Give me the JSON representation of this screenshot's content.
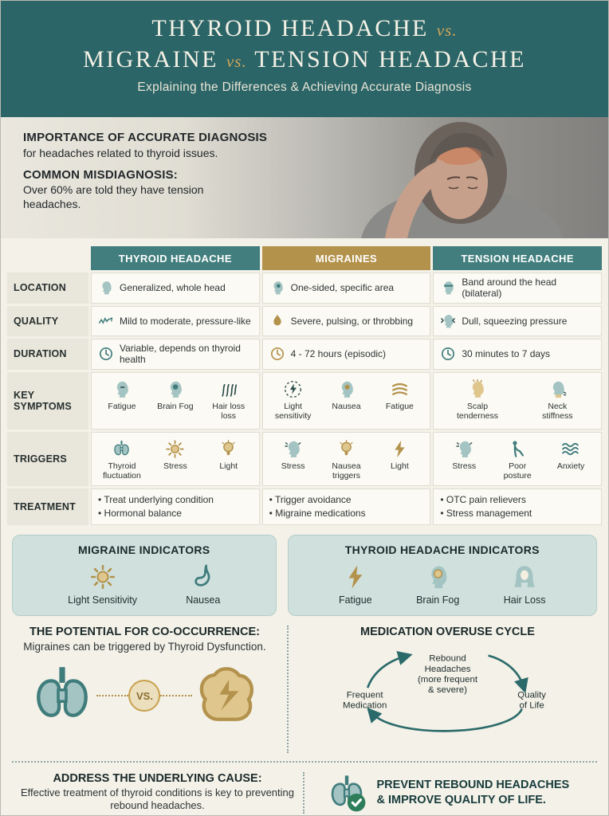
{
  "palette": {
    "teal_dark": "#2c6567",
    "teal": "#417e7d",
    "gold": "#b3924c",
    "light_teal": "#cfe0dd",
    "cream": "#f3f1e8"
  },
  "header": {
    "title_line1": "THYROID HEADACHE",
    "vs1": "vs.",
    "title_line2a": "MIGRAINE",
    "vs2": "vs.",
    "title_line2b": "TENSION HEADACHE",
    "subtitle": "Explaining the Differences & Achieving Accurate Diagnosis"
  },
  "hero": {
    "importance_title": "IMPORTANCE OF ACCURATE DIAGNOSIS",
    "importance_text": "for headaches related to thyroid issues.",
    "misdiagnosis_title": "COMMON MISDIAGNOSIS:",
    "misdiagnosis_text": "Over 60% are told they have tension headaches."
  },
  "table": {
    "columns": [
      {
        "label": "THYROID HEADACHE"
      },
      {
        "label": "MIGRAINES"
      },
      {
        "label": "TENSION HEADACHE"
      }
    ],
    "rows": {
      "location": {
        "label": "LOCATION",
        "thyroid": {
          "icon": "head-icon",
          "text": "Generalized, whole head"
        },
        "migraine": {
          "icon": "head-side-icon",
          "text": "One-sided, specific area"
        },
        "tension": {
          "icon": "head-band-icon",
          "text": "Band around the head (bilateral)"
        }
      },
      "quality": {
        "label": "QUALITY",
        "thyroid": {
          "icon": "mild-zigzag-icon",
          "text": "Mild to moderate, pressure-like"
        },
        "migraine": {
          "icon": "severe-drop-icon",
          "text": "Severe, pulsing, or throbbing"
        },
        "tension": {
          "icon": "squeeze-head-icon",
          "text": "Dull, squeezing pressure"
        }
      },
      "duration": {
        "label": "DURATION",
        "thyroid": {
          "icon": "clock-icon",
          "text": "Variable, depends on thyroid health"
        },
        "migraine": {
          "icon": "clock-gold-icon",
          "text": "4 - 72 hours (episodic)"
        },
        "tension": {
          "icon": "clock-icon",
          "text": "30 minutes to 7 days"
        }
      },
      "symptoms": {
        "label": "KEY SYMPTOMS",
        "thyroid": [
          {
            "icon": "fatigue-head-icon",
            "label": "Fatigue"
          },
          {
            "icon": "brain-fog-icon",
            "label": "Brain Fog"
          },
          {
            "icon": "hair-strands-icon",
            "label": "Hair loss loss"
          }
        ],
        "migraine": [
          {
            "icon": "light-sensitivity-icon",
            "label": "Light sensitivity"
          },
          {
            "icon": "nausea-head-icon",
            "label": "Nausea"
          },
          {
            "icon": "fatigue-waves-icon",
            "label": "Fatigue"
          }
        ],
        "tension": [
          {
            "icon": "scalp-head-icon",
            "label": "Scalp tenderness"
          },
          {
            "icon": "neck-stiff-icon",
            "label": "Neck stiffness"
          }
        ]
      },
      "triggers": {
        "label": "TRIGGERS",
        "thyroid": [
          {
            "icon": "thyroid-icon",
            "label": "Thyroid fluctuation"
          },
          {
            "icon": "sun-icon",
            "label": "Stress"
          },
          {
            "icon": "bulb-icon",
            "label": "Light"
          }
        ],
        "migraine": [
          {
            "icon": "stress-head-icon",
            "label": "Stress"
          },
          {
            "icon": "bulb-icon",
            "label": "Nausea triggers"
          },
          {
            "icon": "lightning-icon",
            "label": "Light"
          }
        ],
        "tension": [
          {
            "icon": "stress-head-icon",
            "label": "Stress"
          },
          {
            "icon": "posture-icon",
            "label": "Poor posture"
          },
          {
            "icon": "waves-icon",
            "label": "Anxiety"
          }
        ]
      },
      "treatment": {
        "label": "TREATMENT",
        "thyroid": [
          "Treat underlying condition",
          "Hormonal balance"
        ],
        "migraine": [
          "Trigger avoidance",
          "Migraine medications"
        ],
        "tension": [
          "OTC pain relievers",
          "Stress management"
        ]
      }
    }
  },
  "indicators": {
    "migraine": {
      "title": "MIGRAINE INDICATORS",
      "items": [
        {
          "icon": "sun-icon",
          "label": "Light Sensitivity"
        },
        {
          "icon": "stomach-icon",
          "label": "Nausea"
        }
      ]
    },
    "thyroid": {
      "title": "THYROID HEADACHE INDICATORS",
      "items": [
        {
          "icon": "lightning-icon",
          "label": "Fatigue"
        },
        {
          "icon": "brain-head-icon",
          "label": "Brain Fog"
        },
        {
          "icon": "hair-icon",
          "label": "Hair Loss"
        }
      ]
    }
  },
  "cooccurrence": {
    "title": "THE POTENTIAL FOR CO-OCCURRENCE:",
    "text": "Migraines can be triggered by Thyroid Dysfunction.",
    "vs_label": "VS.",
    "left_icon": "thyroid-icon",
    "right_icon": "brain-zigzag-icon"
  },
  "overuse_cycle": {
    "title": "MEDICATION OVERUSE CYCLE",
    "top_lines": [
      "Rebound",
      "Headaches",
      "(more frequent",
      "& severe)"
    ],
    "left_lines": [
      "Frequent",
      "Medication"
    ],
    "right_lines": [
      "Quality",
      "of Life"
    ]
  },
  "footer": {
    "address_title": "ADDRESS THE UNDERLYING CAUSE:",
    "address_text": "Effective treatment of thyroid conditions is key to preventing rebound headaches.",
    "prevent_icon": "thyroid-check-icon",
    "prevent_text": "PREVENT REBOUND HEADACHES & IMPROVE QUALITY OF LIFE."
  }
}
